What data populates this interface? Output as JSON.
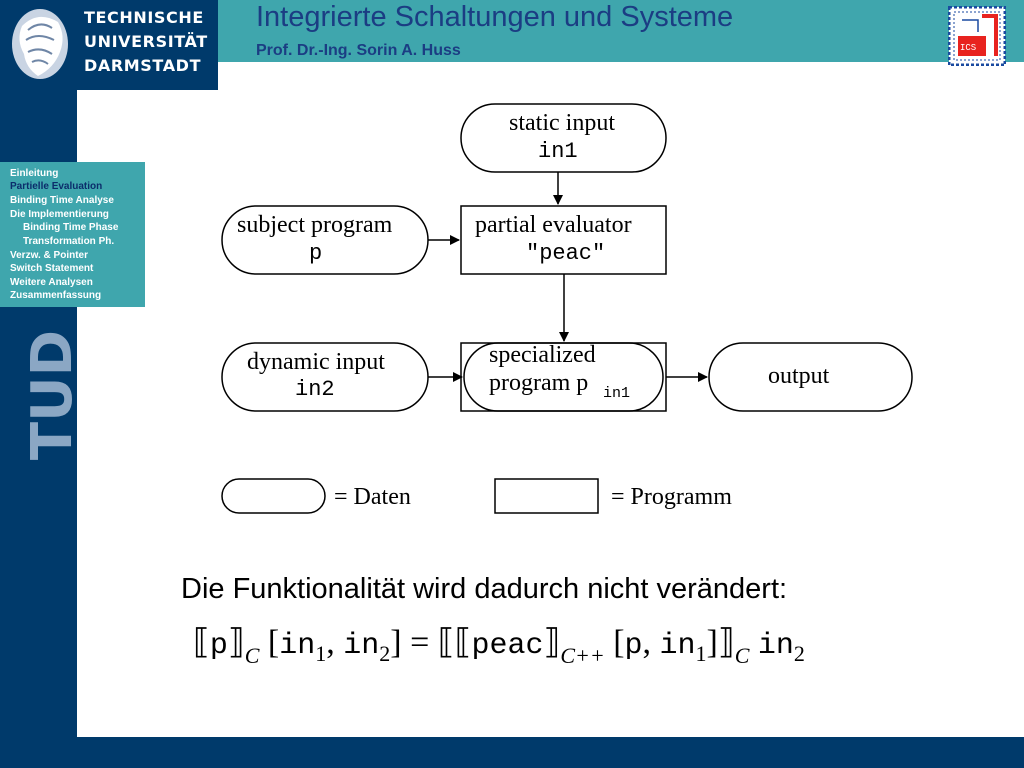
{
  "header": {
    "university_lines": [
      "TECHNISCHE",
      "UNIVERSITÄT",
      "DARMSTADT"
    ],
    "title": "Integrierte Schaltungen und Systeme",
    "subtitle": "Prof. Dr.-Ing. Sorin A. Huss",
    "badge": "ICS"
  },
  "sidebar": {
    "watermark": "TUD",
    "items": [
      {
        "label": "Einleitung"
      },
      {
        "label": "Partielle Evaluation",
        "active": true
      },
      {
        "label": "Binding Time Analyse"
      },
      {
        "label": "Die Implementierung"
      },
      {
        "label": "Binding Time Phase",
        "indent": true
      },
      {
        "label": "Transformation Ph.",
        "indent": true
      },
      {
        "label": "Verzw. & Pointer"
      },
      {
        "label": "Switch Statement"
      },
      {
        "label": "Weitere Analysen"
      },
      {
        "label": "Zusammenfassung"
      }
    ]
  },
  "diagram": {
    "static_input": {
      "label": "static input",
      "code": "in1"
    },
    "subject_program": {
      "label": "subject program",
      "code": "p"
    },
    "partial_evaluator": {
      "label": "partial evaluator",
      "code": "\"peac\""
    },
    "dynamic_input": {
      "label": "dynamic input",
      "code": "in2"
    },
    "specialized": {
      "label_line1": "specialized",
      "label_line2": "program p",
      "subscript": "in1"
    },
    "output": {
      "label": "output"
    },
    "legend": {
      "data_label": "= Daten",
      "program_label": "= Programm"
    }
  },
  "statement": "Die Funktionalität wird dadurch nicht verändert:",
  "formula": {
    "p": "p",
    "C": "C",
    "in": "in",
    "one": "1",
    "two": "2",
    "peac": "peac",
    "Cpp": "C++",
    "lb": "[",
    "rb": "]",
    "comma": ",",
    "eq": "=",
    "dlb": "⟦",
    "drb": "⟧"
  }
}
